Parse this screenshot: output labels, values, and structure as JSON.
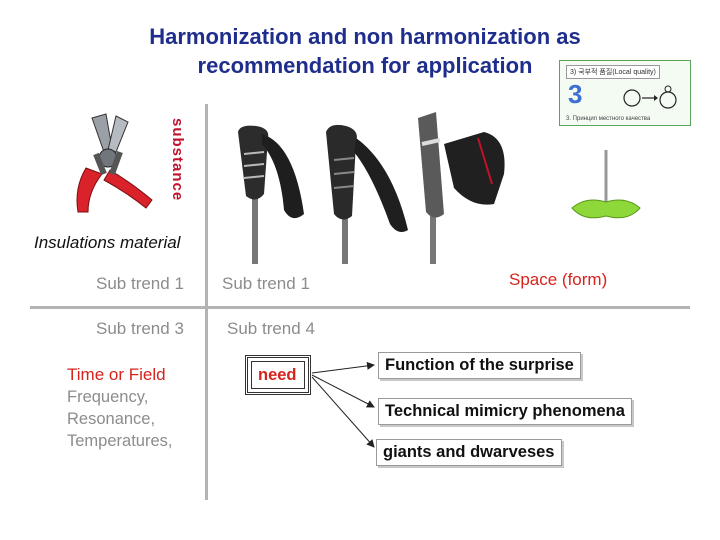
{
  "title_line1": "Harmonization  and  non harmonization as",
  "title_line2": "recommendation for application",
  "substance_label": "substance",
  "insulations_label": "Insulations material",
  "sub_trend_tl": "Sub trend 1",
  "sub_trend_tr": "Sub trend 1",
  "space_form": "Space (form)",
  "sub_trend_3": "Sub trend 3",
  "sub_trend_4": "Sub trend 4",
  "time_field": {
    "heading": "Time or Field",
    "items": [
      "Frequency,",
      "Resonance,",
      "Temperatures,"
    ]
  },
  "need_label": "need",
  "outcomes": [
    "Function  of the surprise",
    "Technical mimicry phenomena",
    "giants and dwarveses"
  ],
  "thumbnail": {
    "top_text": "3) 국부적 품질(Local quality)",
    "digit": "3",
    "bottom_text": "3. Принцип местного качества"
  },
  "colors": {
    "title": "#1f2e8c",
    "accent_red": "#d6231c",
    "muted_grey": "#8c8c8c"
  }
}
